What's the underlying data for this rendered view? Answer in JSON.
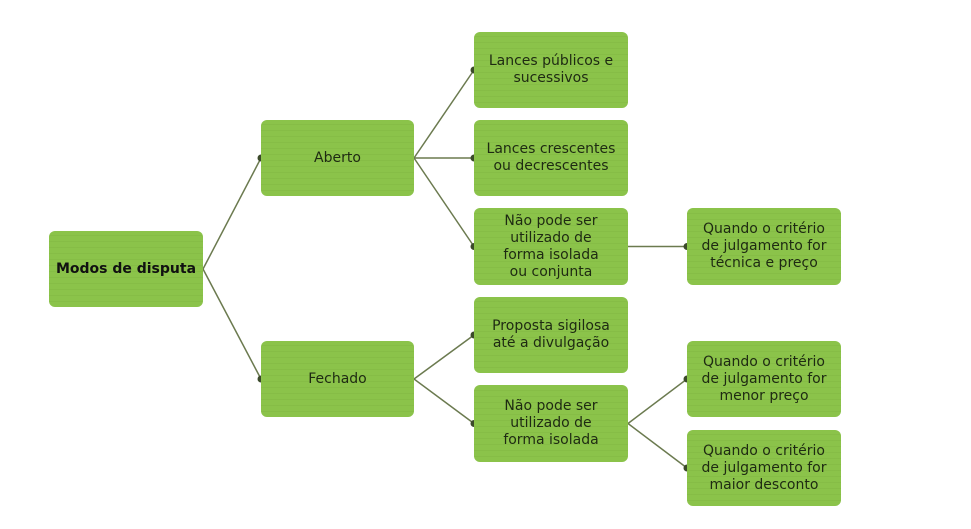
{
  "diagram": {
    "type": "mind-map",
    "colors": {
      "node_fill": "#8bc34a",
      "connector": "#6b7a4f",
      "dot": "#3b4a2a",
      "text": "#1e2a12"
    },
    "root": {
      "id": "root",
      "label": "Modos de disputa"
    },
    "nodes": [
      {
        "id": "aberto",
        "label": "Aberto",
        "parent": "root"
      },
      {
        "id": "fechado",
        "label": "Fechado",
        "parent": "root"
      },
      {
        "id": "a1",
        "label": "Lances públicos e\nsucessivos",
        "parent": "aberto"
      },
      {
        "id": "a2",
        "label": "Lances crescentes\nou decrescentes",
        "parent": "aberto"
      },
      {
        "id": "a3",
        "label": "Não pode ser\nutilizado de\nforma isolada\nou conjunta",
        "parent": "aberto"
      },
      {
        "id": "a3a",
        "label": "Quando o critério\nde julgamento for\ntécnica e preço",
        "parent": "a3"
      },
      {
        "id": "f1",
        "label": "Proposta sigilosa\naté a divulgação",
        "parent": "fechado"
      },
      {
        "id": "f2",
        "label": "Não pode ser\nutilizado de\nforma isolada",
        "parent": "fechado"
      },
      {
        "id": "f2a",
        "label": "Quando o critério\nde julgamento for\nmenor preço",
        "parent": "f2"
      },
      {
        "id": "f2b",
        "label": "Quando o critério\nde julgamento for\nmaior desconto",
        "parent": "f2"
      }
    ]
  }
}
